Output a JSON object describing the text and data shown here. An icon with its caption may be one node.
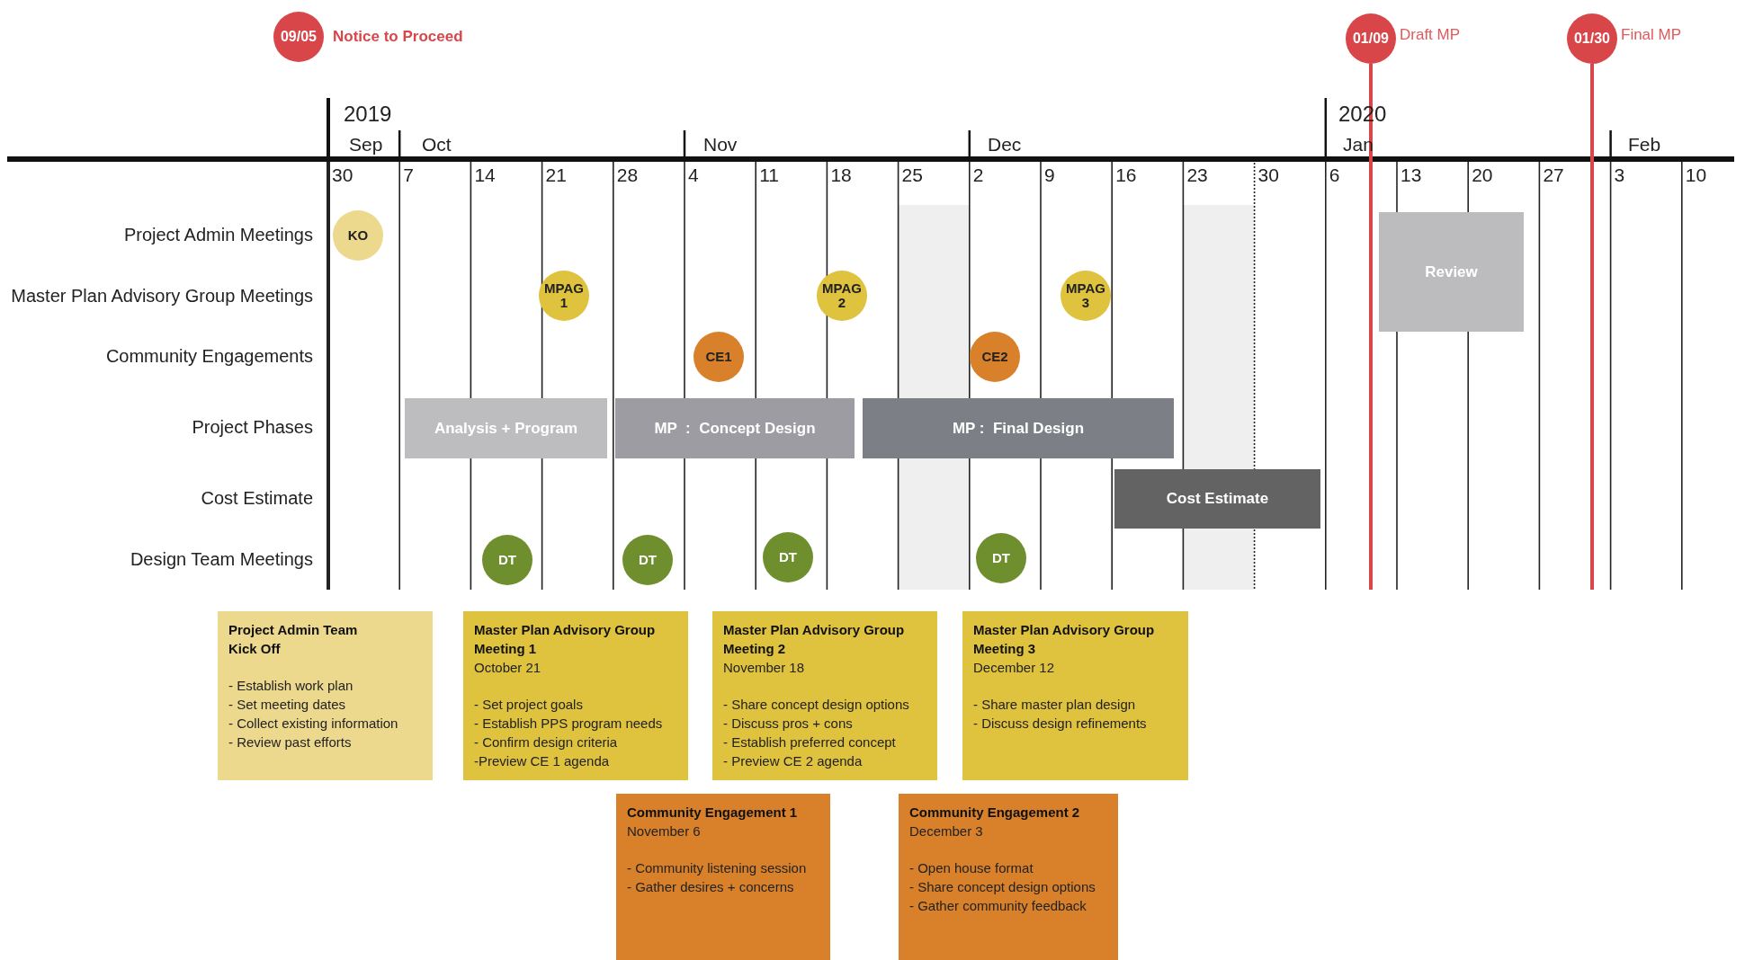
{
  "diagram": {
    "nodes": [
      {
        "text": [
          "09/05"
        ],
        "beside": [
          "Notice to Proceed"
        ]
      },
      {
        "text": [
          "01/09"
        ],
        "beside": [
          "Draft MP"
        ]
      },
      {
        "text": [
          "01/30"
        ],
        "beside": [
          "Final MP"
        ]
      },
      {
        "text": [
          "KO"
        ]
      },
      {
        "text": [
          "MPAG 1"
        ]
      },
      {
        "text": [
          "MPAG 2"
        ]
      },
      {
        "text": [
          "MPAG 3"
        ]
      },
      {
        "text": [
          "CE1"
        ]
      },
      {
        "text": [
          "CE2"
        ]
      },
      {
        "text": [
          "Review"
        ]
      },
      {
        "text": [
          "Analysis + Program"
        ]
      },
      {
        "text": [
          "MP  :  Concept Design"
        ]
      },
      {
        "text": [
          "MP :  Final Design"
        ]
      },
      {
        "text": [
          "Cost Estimate"
        ]
      },
      {
        "text": [
          "DT"
        ]
      },
      {
        "text": [
          "DT"
        ]
      },
      {
        "text": [
          "DT"
        ]
      },
      {
        "text": [
          "DT"
        ]
      },
      {
        "text": [
          "Project Admin Team Kick Off",
          "- Establish work plan",
          "- Set meeting dates",
          "- Collect existing information",
          "- Review past efforts"
        ]
      },
      {
        "text": [
          "Master Plan Advisory Group Meeting 1",
          "October 21",
          "- Set project goals",
          "- Establish PPS program needs",
          "- Confirm design criteria",
          "-Preview CE 1 agenda"
        ]
      },
      {
        "text": [
          "Master Plan Advisory Group Meeting 2",
          "November 18",
          "- Share concept design options",
          "- Discuss pros + cons",
          "- Establish preferred concept",
          "- Preview CE 2 agenda"
        ]
      },
      {
        "text": [
          "Master Plan Advisory Group Meeting 3",
          "December 12",
          "- Share master plan design",
          "- Discuss design refinements"
        ]
      },
      {
        "text": [
          "Community Engagement 1",
          "November 6",
          "- Community listening session",
          "- Gather desires + concerns"
        ]
      },
      {
        "text": [
          "Community Engagement 2",
          "December 3",
          "- Open house format",
          "- Share concept design options",
          "- Gather community feedback"
        ]
      }
    ],
    "labels": [
      "2019",
      "2020",
      "Sep",
      "Oct",
      "Nov",
      "Dec",
      "Jan",
      "Feb",
      "30",
      "7",
      "14",
      "21",
      "28",
      "4",
      "11",
      "18",
      "25",
      "2",
      "9",
      "16",
      "23",
      "30",
      "6",
      "13",
      "20",
      "27",
      "3",
      "10",
      "Project Admin Meetings",
      "Master Plan Advisory Group Meetings",
      "Community Engagements",
      "Project Phases",
      "Cost Estimate",
      "Design Team Meetings"
    ]
  }
}
